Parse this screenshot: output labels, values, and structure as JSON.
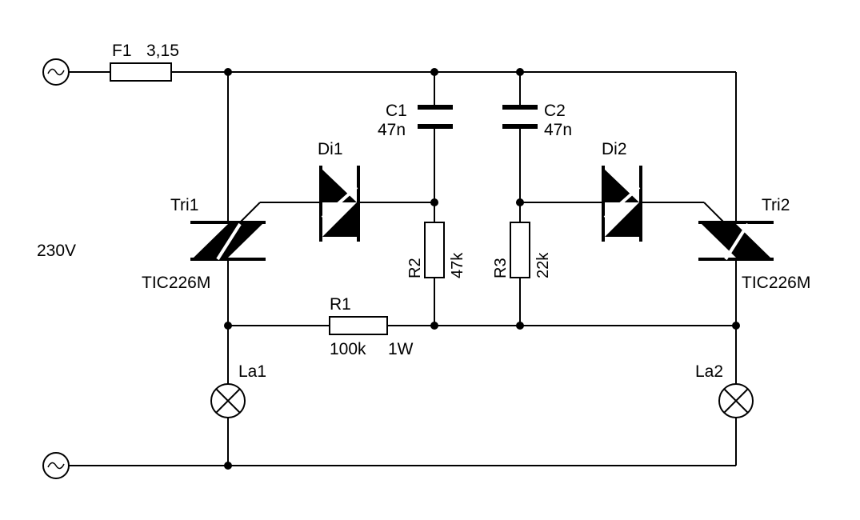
{
  "labels": {
    "fuse": "F1",
    "fuse_value": "3,15",
    "c1": "C1",
    "c1_value": "47n",
    "c2": "C2",
    "c2_value": "47n",
    "di1": "Di1",
    "di2": "Di2",
    "tri1": "Tri1",
    "tri1_part": "TIC226M",
    "tri2": "Tri2",
    "tri2_part": "TIC226M",
    "supply": "230V",
    "r1": "R1",
    "r1_value": "100k",
    "r1_power": "1W",
    "r2": "R2",
    "r2_value": "47k",
    "r3": "R3",
    "r3_value": "22k",
    "la1": "La1",
    "la2": "La2"
  },
  "icons": {
    "ac_source": "ac-tilde",
    "lamp": "circle-with-cross"
  }
}
